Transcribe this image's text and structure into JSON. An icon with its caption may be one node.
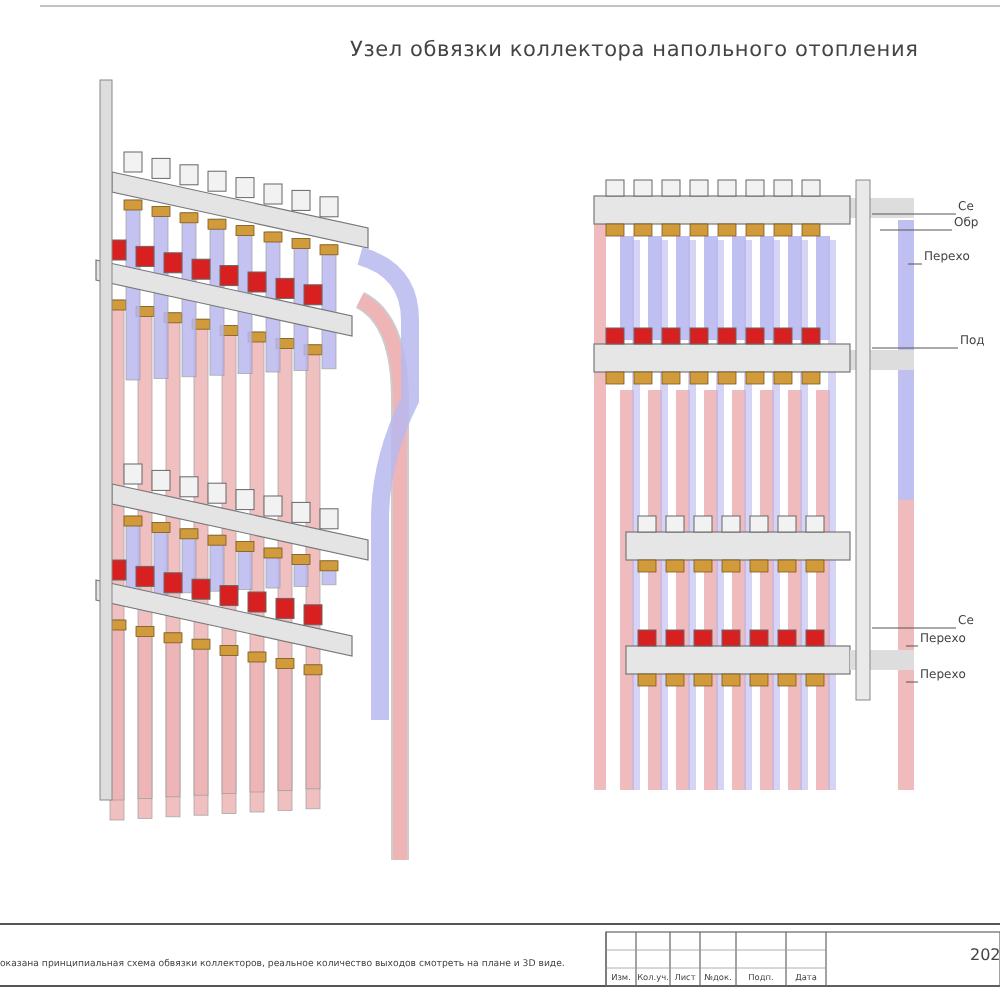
{
  "diagram": {
    "title": "Узел обвязки коллектора напольного отопления",
    "nodes": [
      {
        "text": [
          "Се"
        ]
      },
      {
        "text": [
          "Обр"
        ]
      },
      {
        "text": [
          "Перехо"
        ]
      },
      {
        "text": [
          "Под"
        ]
      },
      {
        "text": [
          "Се"
        ]
      },
      {
        "text": [
          "Перехо"
        ]
      },
      {
        "text": [
          "Перехо"
        ]
      }
    ],
    "edges": [
      {
        "from": 0,
        "to": null,
        "arrow": "none"
      },
      {
        "from": 1,
        "to": null,
        "arrow": "none"
      },
      {
        "from": 2,
        "to": null,
        "arrow": "none"
      },
      {
        "from": 3,
        "to": null,
        "arrow": "none"
      },
      {
        "from": 4,
        "to": null,
        "arrow": "none"
      },
      {
        "from": 5,
        "to": null,
        "arrow": "none"
      },
      {
        "from": 6,
        "to": null,
        "arrow": "none"
      }
    ],
    "labels": [
      "оказана принципиальная схема обвязки коллекторов, реальное количество выходов смотреть на плане и 3D виде.",
      "Изм.",
      "Кол.уч.",
      "Лист",
      "№док.",
      "Подп.",
      "Дата",
      "202"
    ]
  }
}
